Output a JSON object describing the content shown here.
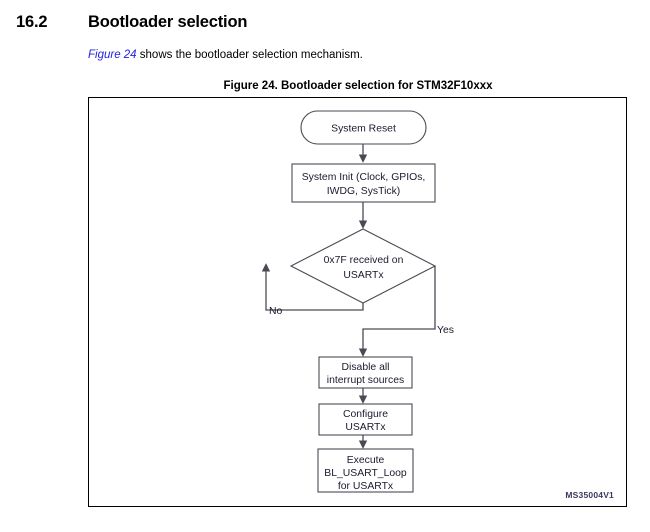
{
  "section": {
    "number": "16.2",
    "title": "Bootloader selection"
  },
  "intro": {
    "link_text": "Figure 24",
    "rest_text": " shows the bootloader selection mechanism."
  },
  "figure": {
    "caption": "Figure 24. Bootloader selection for STM32F10xxx",
    "ref_id": "MS35004V1",
    "colors": {
      "stroke": "#4a4a55",
      "text": "#1a1a2e",
      "frame": "#000000",
      "link": "#2222dd"
    },
    "nodes": {
      "start": {
        "shape": "terminator",
        "label": "System Reset"
      },
      "system_init": {
        "shape": "process",
        "line1": "System Init (Clock, GPIOs,",
        "line2": "IWDG, SysTick)"
      },
      "decision": {
        "shape": "decision",
        "line1": "0x7F received on",
        "line2": "USARTx"
      },
      "disable_interrupts": {
        "shape": "process",
        "line1": "Disable all",
        "line2": "interrupt sources"
      },
      "configure_usart": {
        "shape": "process",
        "line1": "Configure",
        "line2": "USARTx"
      },
      "execute_loop": {
        "shape": "process",
        "line1": "Execute",
        "line2": "BL_USART_Loop",
        "line3": "for USARTx"
      }
    },
    "edge_labels": {
      "no": "No",
      "yes": "Yes"
    }
  }
}
